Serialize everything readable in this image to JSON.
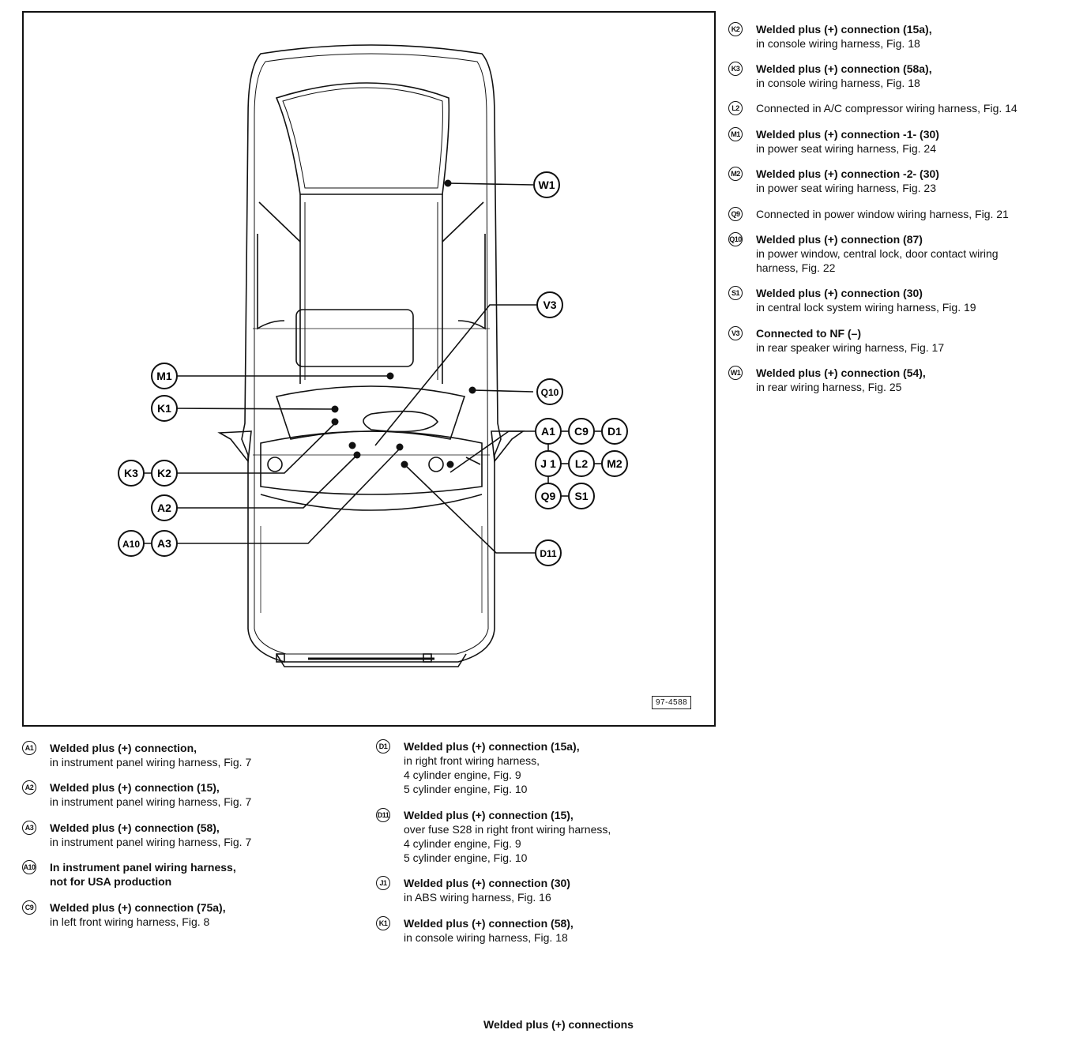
{
  "figure_id": "97-4588",
  "caption": "Welded plus (+) connections",
  "callouts": {
    "W1": "W1",
    "V3": "V3",
    "Q10": "Q10",
    "M1": "M1",
    "K1": "K1",
    "K3": "K3",
    "K2": "K2",
    "A2": "A2",
    "A10": "A10",
    "A3": "A3",
    "A1": "A1",
    "C9": "C9",
    "D1": "D1",
    "J1": "J 1",
    "L2": "L2",
    "M2": "M2",
    "Q9": "Q9",
    "S1": "S1",
    "D11": "D11"
  },
  "legend_left": [
    {
      "id": "A1",
      "badge": "A1",
      "title": "Welded plus (+) connection,",
      "lines": [
        "in instrument panel wiring harness, Fig. 7"
      ]
    },
    {
      "id": "A2",
      "badge": "A2",
      "title": "Welded plus (+) connection (15),",
      "lines": [
        "in instrument panel wiring harness, Fig. 7"
      ]
    },
    {
      "id": "A3",
      "badge": "A3",
      "title": "Welded plus (+) connection (58),",
      "lines": [
        "in instrument panel wiring harness, Fig. 7"
      ]
    },
    {
      "id": "A10",
      "badge": "A10",
      "title": "In instrument panel wiring harness,",
      "lines": [
        "not for USA production"
      ],
      "bold_lines": true
    },
    {
      "id": "C9",
      "badge": "C9",
      "title": "Welded plus (+) connection (75a),",
      "lines": [
        "in left front wiring harness, Fig. 8"
      ]
    }
  ],
  "legend_mid": [
    {
      "id": "D1",
      "badge": "D1",
      "title": "Welded plus (+) connection (15a),",
      "lines": [
        "in right front wiring harness,",
        "4 cylinder engine, Fig. 9",
        "5 cylinder engine, Fig. 10"
      ]
    },
    {
      "id": "D11",
      "badge": "D11",
      "title": "Welded plus (+) connection (15),",
      "lines": [
        "over fuse S28 in right front wiring harness,",
        "4 cylinder engine, Fig. 9",
        "5 cylinder engine, Fig. 10"
      ]
    },
    {
      "id": "J1",
      "badge": "J1",
      "title": "Welded plus (+) connection (30)",
      "lines": [
        "in ABS wiring harness, Fig. 16"
      ]
    },
    {
      "id": "K1",
      "badge": "K1",
      "title": "Welded plus (+) connection (58),",
      "lines": [
        "in console wiring harness, Fig. 18"
      ]
    }
  ],
  "legend_right": [
    {
      "id": "K2",
      "badge": "K2",
      "title": "Welded plus (+) connection (15a),",
      "lines": [
        "in console wiring harness, Fig. 18"
      ]
    },
    {
      "id": "K3",
      "badge": "K3",
      "title": "Welded plus (+) connection (58a),",
      "lines": [
        "in console wiring harness, Fig. 18"
      ]
    },
    {
      "id": "L2",
      "badge": "L2",
      "title": "Connected in A/C compressor wiring harness, Fig. 14",
      "lines": [],
      "normal_title": true
    },
    {
      "id": "M1",
      "badge": "M1",
      "title": "Welded plus (+) connection -1- (30)",
      "lines": [
        "in power seat wiring harness, Fig. 24"
      ]
    },
    {
      "id": "M2",
      "badge": "M2",
      "title": "Welded plus (+) connection -2- (30)",
      "lines": [
        "in power seat wiring harness, Fig. 23"
      ]
    },
    {
      "id": "Q9",
      "badge": "Q9",
      "title": "Connected in power window wiring harness, Fig. 21",
      "lines": [],
      "normal_title": true
    },
    {
      "id": "Q10",
      "badge": "Q10",
      "title": "Welded plus (+) connection (87)",
      "lines": [
        "in power window, central lock, door contact wiring",
        "harness, Fig. 22"
      ]
    },
    {
      "id": "S1",
      "badge": "S1",
      "title": "Welded plus (+) connection (30)",
      "lines": [
        "in central lock system wiring harness, Fig. 19"
      ]
    },
    {
      "id": "V3",
      "badge": "V3",
      "title": "Connected to NF (–)",
      "lines": [
        "in rear speaker wiring harness, Fig. 17"
      ]
    },
    {
      "id": "W1",
      "badge": "W1",
      "title": "Welded plus (+) connection (54),",
      "lines": [
        "in rear wiring harness, Fig. 25"
      ]
    }
  ]
}
